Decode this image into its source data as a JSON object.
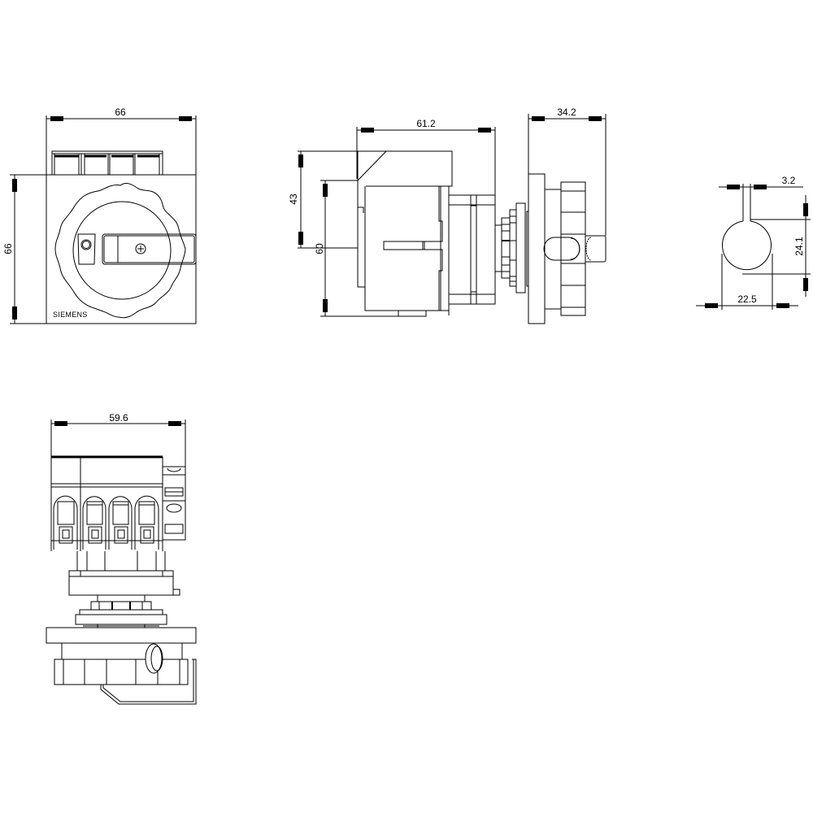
{
  "drawing": {
    "type": "technical dimension drawing",
    "units": "mm",
    "colors": {
      "line": "#000000",
      "background": "#ffffff"
    }
  },
  "views": {
    "front": {
      "brand_label": "SIEMENS",
      "dimensions": {
        "width": "66",
        "height": "66"
      }
    },
    "side": {
      "dimensions": {
        "depth": "61.2",
        "upper_height": "43",
        "body_height": "60"
      }
    },
    "handle_side": {
      "dimensions": {
        "depth": "34.2"
      }
    },
    "cutout": {
      "dimensions": {
        "slot_width": "3.2",
        "height": "24.1",
        "diameter": "22.5"
      }
    },
    "top": {
      "dimensions": {
        "width": "59.6"
      }
    }
  }
}
